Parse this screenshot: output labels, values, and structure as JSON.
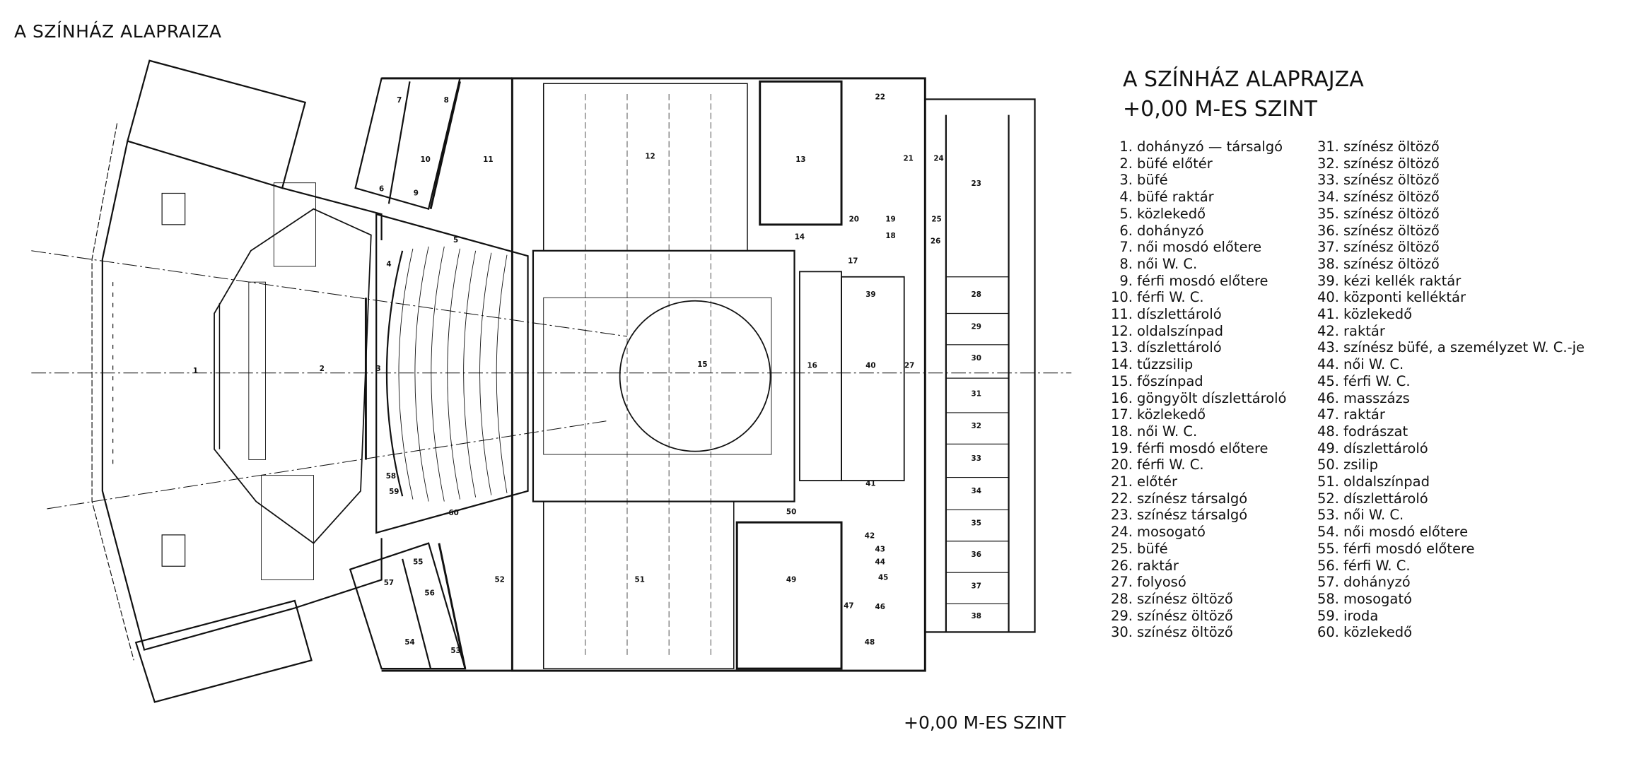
{
  "page_title": "A SZÍNHÁZ ALAPRAIZA",
  "bottom_caption": "+0,00 M-ES SZINT",
  "legend": {
    "title_line1": "A SZÍNHÁZ ALAPRAJZA",
    "title_line2": "+0,00 M-ES SZINT",
    "items": [
      {
        "n": "1.",
        "label": "dohányzó — társalgó"
      },
      {
        "n": "2.",
        "label": "büfé előtér"
      },
      {
        "n": "3.",
        "label": "büfé"
      },
      {
        "n": "4.",
        "label": "büfé raktár"
      },
      {
        "n": "5.",
        "label": "közlekedő"
      },
      {
        "n": "6.",
        "label": "dohányzó"
      },
      {
        "n": "7.",
        "label": "női mosdó előtere"
      },
      {
        "n": "8.",
        "label": "női W. C."
      },
      {
        "n": "9.",
        "label": "férfi mosdó előtere"
      },
      {
        "n": "10.",
        "label": "férfi W. C."
      },
      {
        "n": "11.",
        "label": "díszlettároló"
      },
      {
        "n": "12.",
        "label": "oldalszínpad"
      },
      {
        "n": "13.",
        "label": "díszlettároló"
      },
      {
        "n": "14.",
        "label": "tűzzsilip"
      },
      {
        "n": "15.",
        "label": "főszínpad"
      },
      {
        "n": "16.",
        "label": "göngyölt díszlettároló"
      },
      {
        "n": "17.",
        "label": "közlekedő"
      },
      {
        "n": "18.",
        "label": "női W. C."
      },
      {
        "n": "19.",
        "label": "férfi mosdó előtere"
      },
      {
        "n": "20.",
        "label": "férfi W. C."
      },
      {
        "n": "21.",
        "label": "előtér"
      },
      {
        "n": "22.",
        "label": "színész társalgó"
      },
      {
        "n": "23.",
        "label": "színész társalgó"
      },
      {
        "n": "24.",
        "label": "mosogató"
      },
      {
        "n": "25.",
        "label": "büfé"
      },
      {
        "n": "26.",
        "label": "raktár"
      },
      {
        "n": "27.",
        "label": "folyosó"
      },
      {
        "n": "28.",
        "label": "színész öltöző"
      },
      {
        "n": "29.",
        "label": "színész öltöző"
      },
      {
        "n": "30.",
        "label": "színész öltöző"
      },
      {
        "n": "31.",
        "label": "színész öltöző"
      },
      {
        "n": "32.",
        "label": "színész öltöző"
      },
      {
        "n": "33.",
        "label": "színész öltöző"
      },
      {
        "n": "34.",
        "label": "színész öltöző"
      },
      {
        "n": "35.",
        "label": "színész öltöző"
      },
      {
        "n": "36.",
        "label": "színész öltöző"
      },
      {
        "n": "37.",
        "label": "színész öltöző"
      },
      {
        "n": "38.",
        "label": "színész öltöző"
      },
      {
        "n": "39.",
        "label": "kézi kellék raktár"
      },
      {
        "n": "40.",
        "label": "központi kelléktár"
      },
      {
        "n": "41.",
        "label": "közlekedő"
      },
      {
        "n": "42.",
        "label": "raktár"
      },
      {
        "n": "43.",
        "label": "színész büfé, a személyzet W. C.-je"
      },
      {
        "n": "44.",
        "label": "női W. C."
      },
      {
        "n": "45.",
        "label": "férfi W. C."
      },
      {
        "n": "46.",
        "label": "masszázs"
      },
      {
        "n": "47.",
        "label": "raktár"
      },
      {
        "n": "48.",
        "label": "fodrászat"
      },
      {
        "n": "49.",
        "label": "díszlettároló"
      },
      {
        "n": "50.",
        "label": "zsilip"
      },
      {
        "n": "51.",
        "label": "oldalszínpad"
      },
      {
        "n": "52.",
        "label": "díszlettároló"
      },
      {
        "n": "53.",
        "label": "női W. C."
      },
      {
        "n": "54.",
        "label": "női mosdó előtere"
      },
      {
        "n": "55.",
        "label": "férfi mosdó előtere"
      },
      {
        "n": "56.",
        "label": "férfi W. C."
      },
      {
        "n": "57.",
        "label": "dohányzó"
      },
      {
        "n": "58.",
        "label": "mosogató"
      },
      {
        "n": "59.",
        "label": "iroda"
      },
      {
        "n": "60.",
        "label": "közlekedő"
      }
    ]
  },
  "plan_room_numbers": [
    "1",
    "2",
    "3",
    "4",
    "5",
    "6",
    "7",
    "8",
    "9",
    "10",
    "11",
    "12",
    "13",
    "14",
    "15",
    "16",
    "17",
    "18",
    "19",
    "20",
    "21",
    "22",
    "23",
    "24",
    "25",
    "26",
    "27",
    "28",
    "29",
    "30",
    "31",
    "32",
    "33",
    "34",
    "35",
    "36",
    "37",
    "38",
    "39",
    "40",
    "41",
    "42",
    "43",
    "44",
    "45",
    "46",
    "47",
    "48",
    "49",
    "50",
    "51",
    "52",
    "53",
    "54",
    "55",
    "56",
    "57",
    "58",
    "59",
    "60"
  ]
}
